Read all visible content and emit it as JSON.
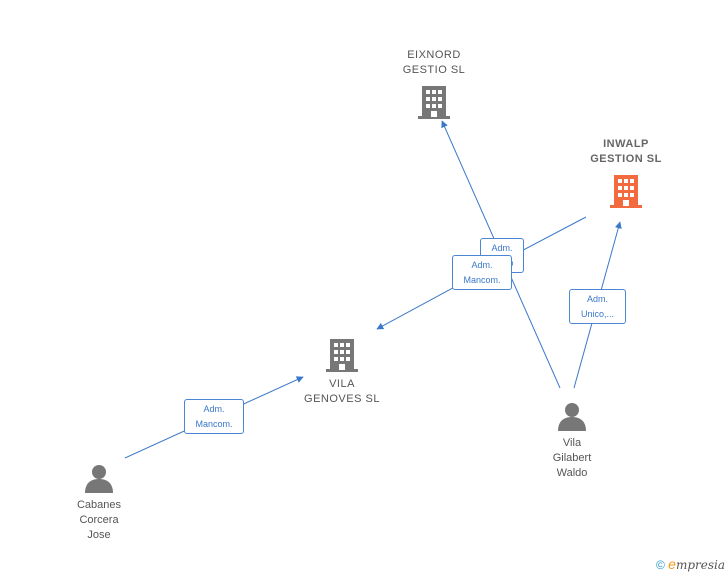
{
  "companies": [
    {
      "id": "eixnord",
      "label": "EIXNORD\nGESTIO  SL",
      "color": "#777777",
      "focal": false
    },
    {
      "id": "inwalp",
      "label": "INWALP\nGESTION  SL",
      "color": "#f26a3d",
      "focal": true
    },
    {
      "id": "vila_genoves",
      "label": "VILA\nGENOVES  SL",
      "color": "#777777",
      "focal": false
    }
  ],
  "persons": [
    {
      "id": "vila_gilabert",
      "label": "Vila\nGilabert\nWaldo",
      "color": "#777777"
    },
    {
      "id": "cabanes",
      "label": "Cabanes\nCorcera\nJose",
      "color": "#777777"
    }
  ],
  "edges": [
    {
      "from": "vila_gilabert",
      "to": "eixnord",
      "label": "Adm.\nUnico"
    },
    {
      "from": "inwalp",
      "to": "vila_genoves",
      "label": "Adm.\nMancom."
    },
    {
      "from": "vila_gilabert",
      "to": "inwalp",
      "label": "Adm.\nUnico,..."
    },
    {
      "from": "cabanes",
      "to": "vila_genoves",
      "label": "Adm.\nMancom."
    }
  ],
  "footer": {
    "copyright": "©",
    "brand_first": "e",
    "brand_rest": "mpresia"
  },
  "colors": {
    "edge": "#3a78c9",
    "building_gray": "#777777",
    "building_focal": "#f26a3d"
  },
  "icons": {
    "company": "building-icon",
    "person": "person-icon",
    "copyright": "copyright-icon"
  }
}
